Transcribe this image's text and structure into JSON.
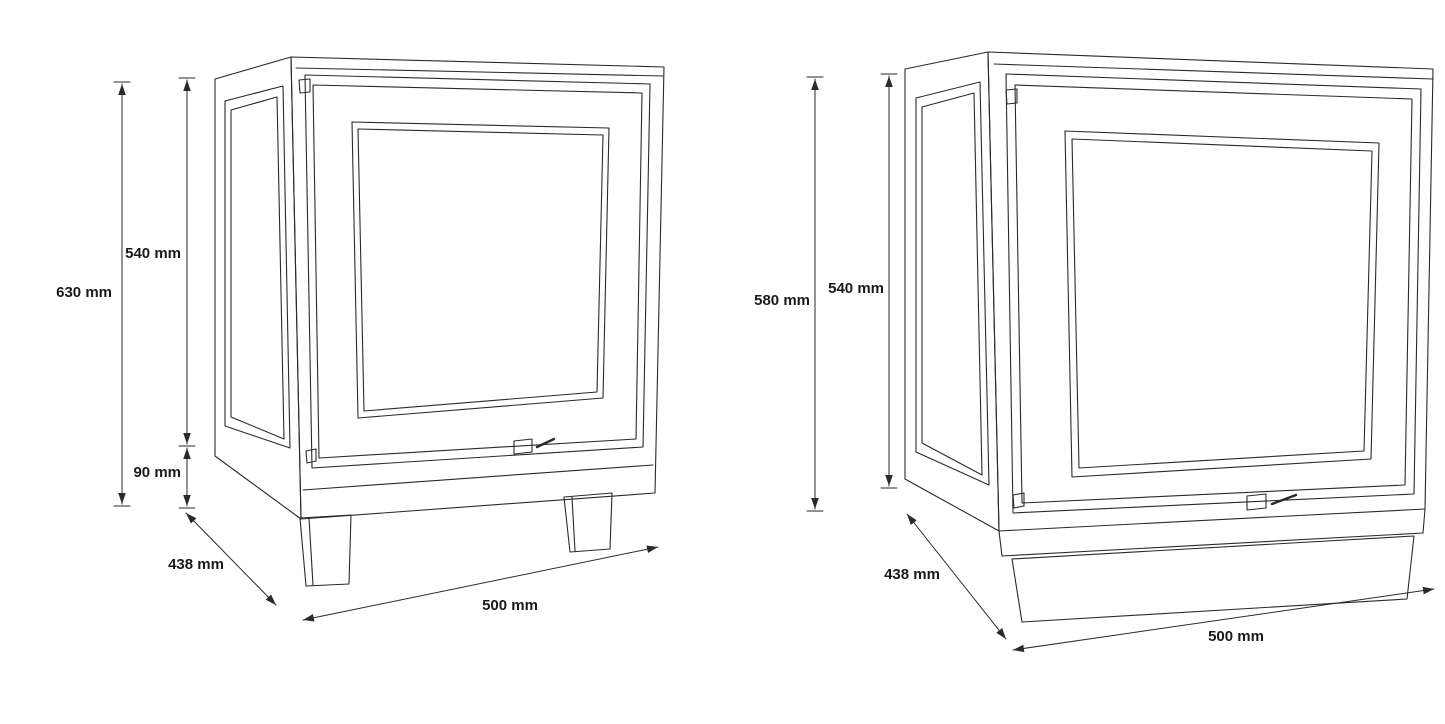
{
  "colors": {
    "background": "#ffffff",
    "line": "#2a2a2a",
    "text": "#1a1a1a"
  },
  "left_view": {
    "total_height": "630 mm",
    "body_height": "540 mm",
    "leg_height": "90 mm",
    "depth": "438 mm",
    "width": "500 mm"
  },
  "right_view": {
    "total_height": "580 mm",
    "body_height": "540 mm",
    "depth": "438 mm",
    "width": "500 mm"
  }
}
